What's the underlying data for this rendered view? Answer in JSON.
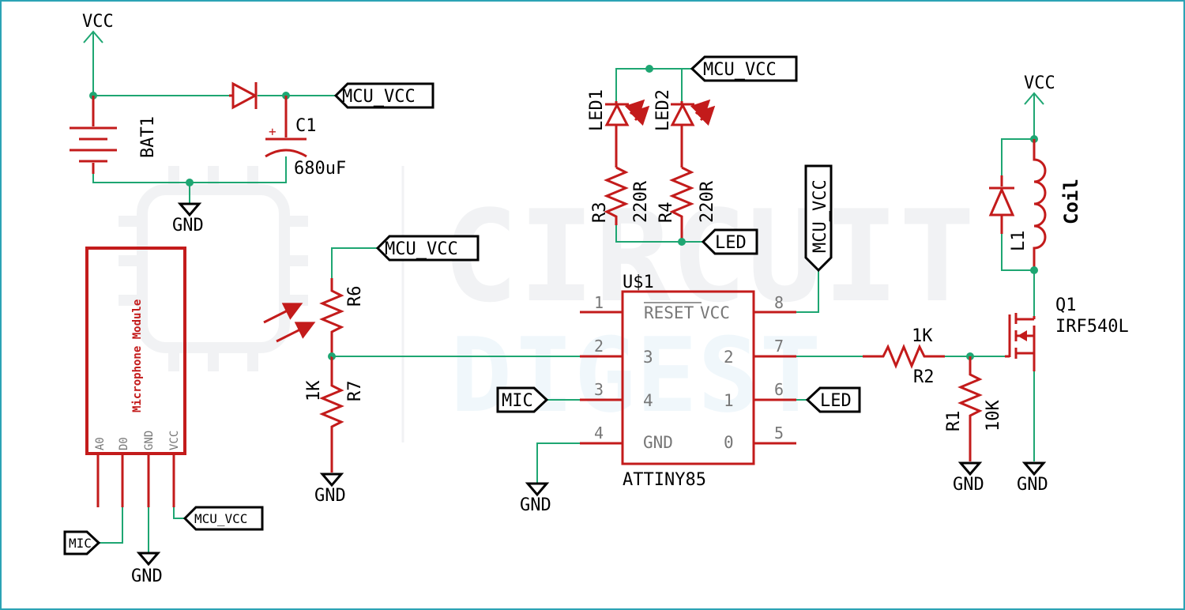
{
  "watermark": {
    "line1": "CIRCUIT",
    "line2": "DIGEST"
  },
  "power": {
    "vcc": "VCC",
    "gnd": "GND"
  },
  "nets": {
    "mcu_vcc": "MCU_VCC",
    "led": "LED",
    "mic": "MIC"
  },
  "parts": {
    "bat1": "BAT1",
    "c1": "C1",
    "c1_value": "680uF",
    "c1_polarity": "+",
    "led1": "LED1",
    "led2": "LED2",
    "r3": "R3",
    "r3_value": "220R",
    "r4": "R4",
    "r4_value": "220R",
    "r6": "R6",
    "r7": "R7",
    "r7_value": "1K",
    "r2": "R2",
    "r2_value": "1K",
    "r1": "R1",
    "r1_value": "10K",
    "l1": "L1",
    "coil": "Coil",
    "q1": "Q1",
    "q1_value": "IRF540L"
  },
  "u1": {
    "ref": "U$1",
    "name": "ATTINY85",
    "outer_pins": [
      "1",
      "2",
      "3",
      "4",
      "8",
      "7",
      "6",
      "5"
    ],
    "inner_labels": [
      "RESET",
      "VCC",
      "3",
      "4",
      "GND",
      "2",
      "1",
      "0"
    ]
  },
  "mic_module": {
    "title": "Microphone Module",
    "pins": [
      "A0",
      "D0",
      "GND",
      "VCC"
    ]
  },
  "colors": {
    "wire": "#1ea672",
    "component": "#c31b1b",
    "text": "#000000",
    "chip_text": "#777777",
    "border": "#2ba3b5"
  }
}
